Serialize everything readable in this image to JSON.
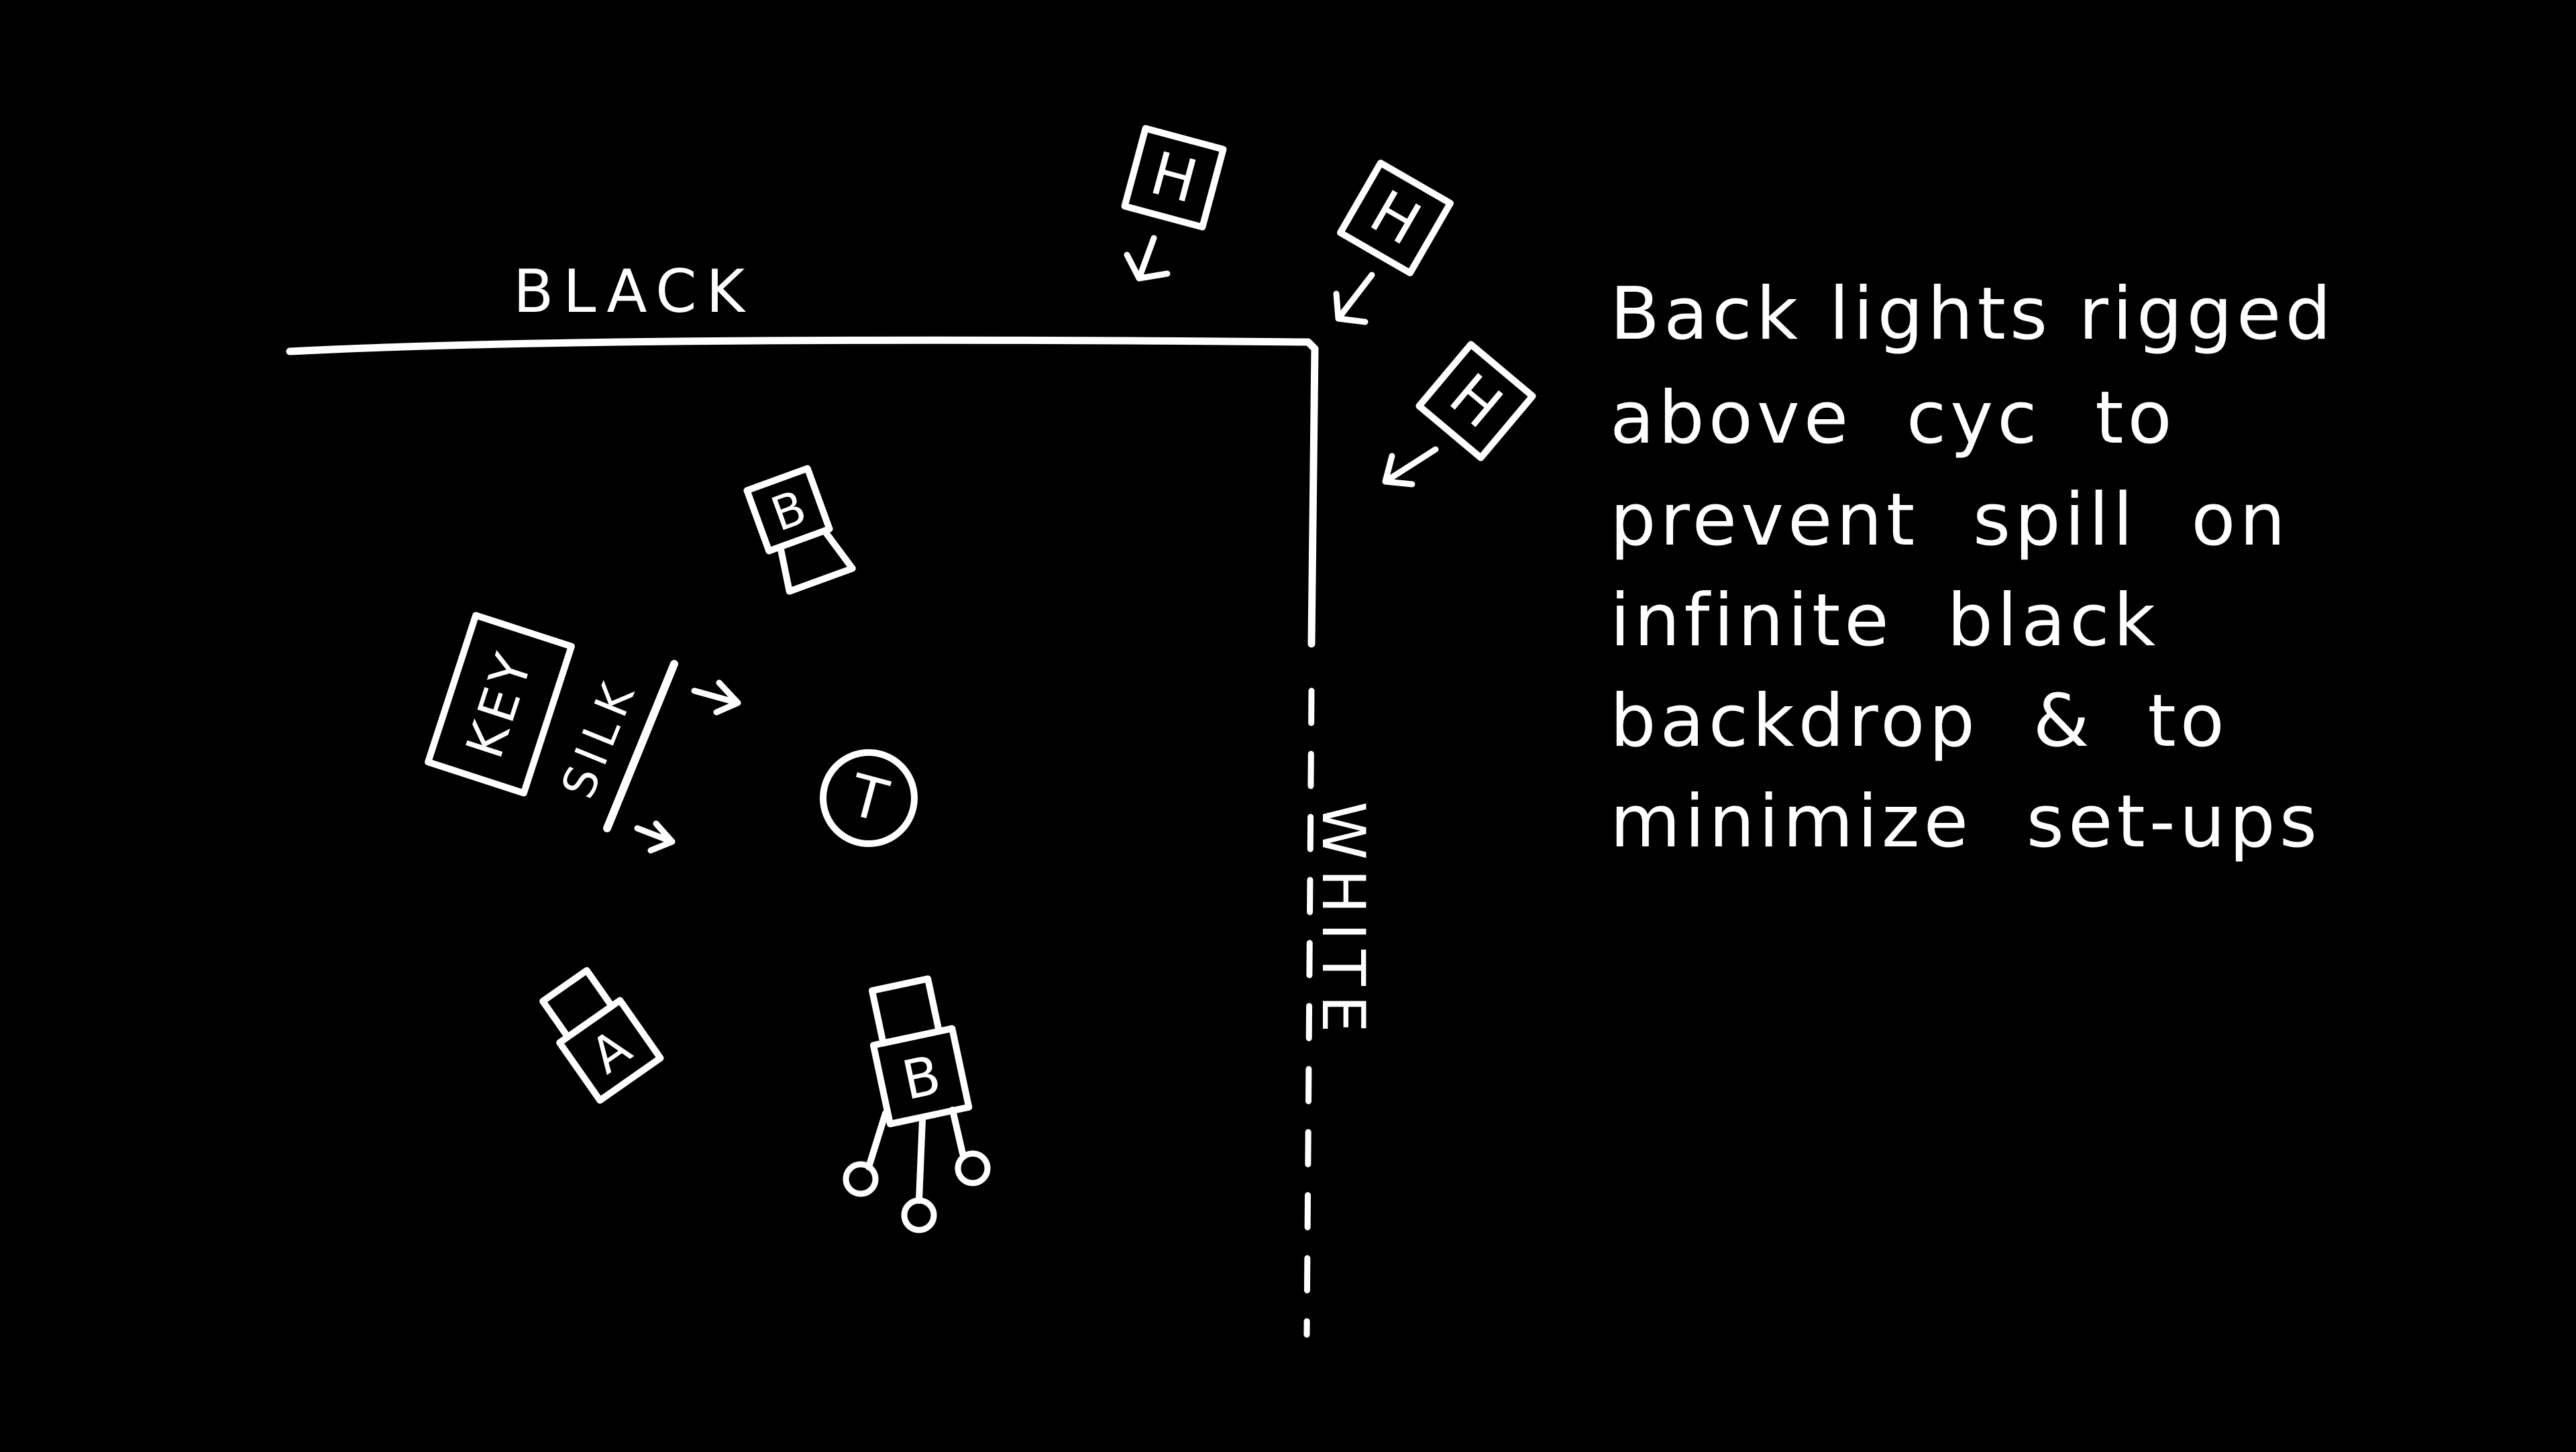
{
  "colors": {
    "background": "#000000",
    "ink": "#ffffff"
  },
  "walls": {
    "black_label": "BLACK",
    "white_label": "WHITE"
  },
  "fixtures": {
    "hmi_label": "H",
    "key_label": "KEY",
    "silk_label": "SILK",
    "b_camera_label": "B",
    "a_camera_label": "A",
    "talent_label": "T",
    "camera_b_tripod_label": "B"
  },
  "note": {
    "lines": [
      "Back lights rigged",
      "above  cyc  to",
      "prevent  spill  on",
      "infinite  black",
      "backdrop  &  to",
      "minimize  set-ups"
    ]
  },
  "icons": {
    "arrow": "arrow-icon",
    "light": "light-fixture-icon",
    "camera": "camera-icon"
  }
}
